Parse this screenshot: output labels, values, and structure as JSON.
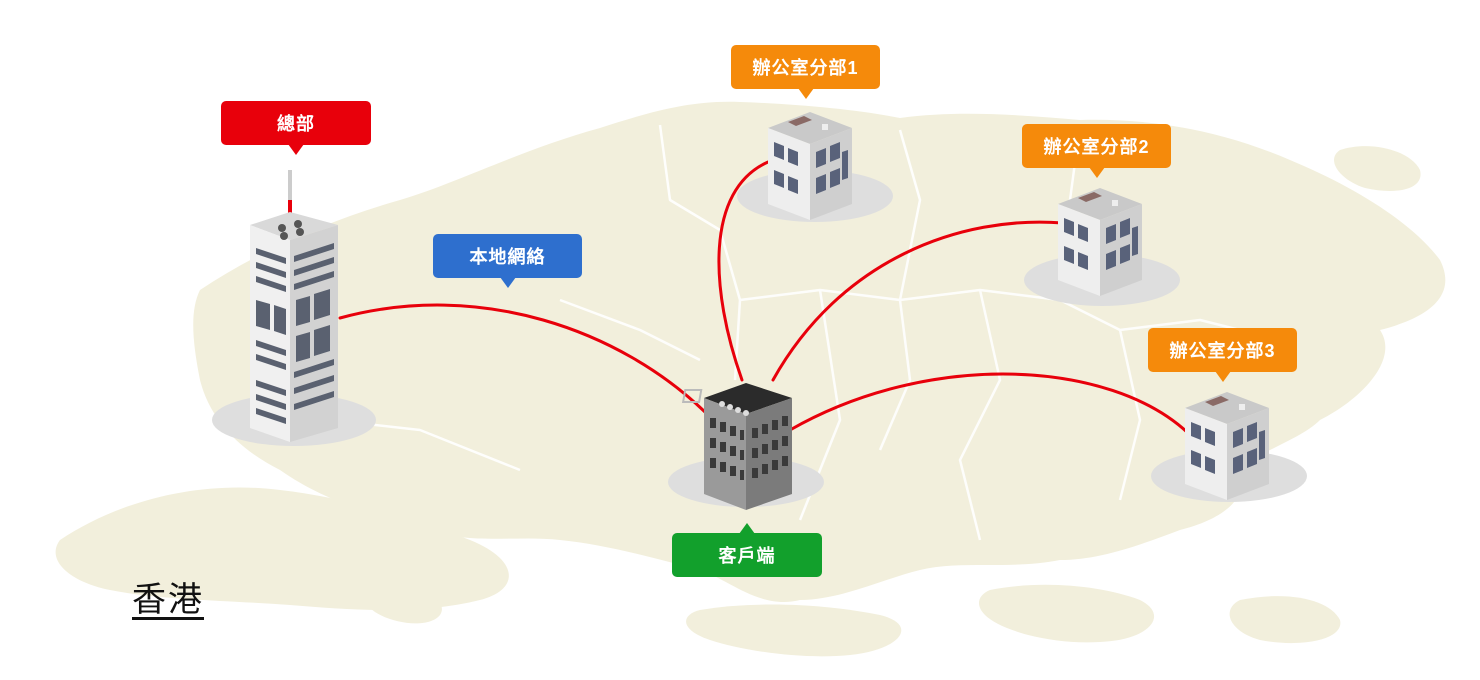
{
  "labels": {
    "hq": "總部",
    "local_network": "本地網絡",
    "branch1": "辦公室分部1",
    "branch2": "辦公室分部2",
    "branch3": "辦公室分部3",
    "client": "客戶端"
  },
  "region": "香港",
  "colors": {
    "hq": "#e8000b",
    "network": "#2e6fce",
    "branch": "#f58a0b",
    "client": "#12a02c",
    "link": "#e8000b",
    "map": "#f2efdc"
  }
}
